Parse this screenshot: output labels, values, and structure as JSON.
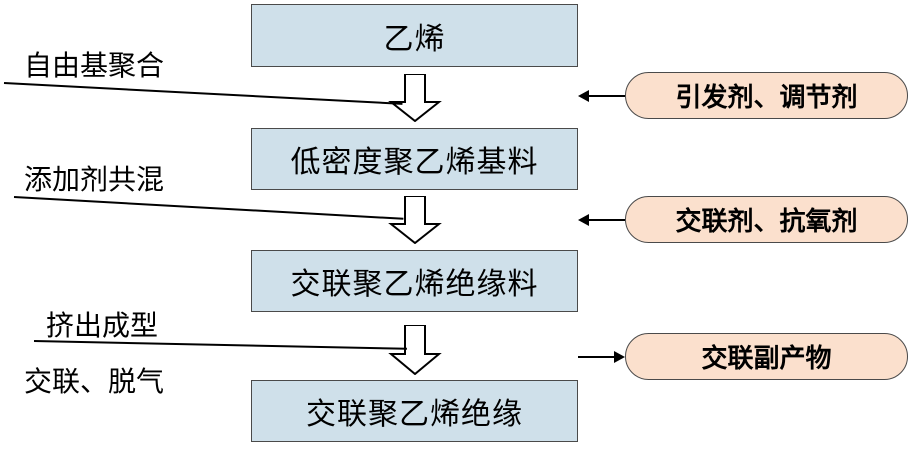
{
  "diagram": {
    "title": "XLPE insulation production flow",
    "colors": {
      "box_fill": "#cfe0ea",
      "pill_fill": "#fbe0cd",
      "stroke": "#4a4a4a",
      "line": "#000000"
    },
    "boxes": [
      {
        "id": "ethylene",
        "label": "乙烯"
      },
      {
        "id": "ldpe-base",
        "label": "低密度聚乙烯基料"
      },
      {
        "id": "xlpe-insulation-compound",
        "label": "交联聚乙烯绝缘料"
      },
      {
        "id": "xlpe-insulation",
        "label": "交联聚乙烯绝缘"
      }
    ],
    "stage_labels": [
      {
        "id": "free-radical-polymerization",
        "label": "自由基聚合"
      },
      {
        "id": "additive-blending",
        "label": "添加剂共混"
      },
      {
        "id": "extrusion-molding",
        "label": "挤出成型"
      },
      {
        "id": "crosslink-degas",
        "label": "交联、脱气"
      }
    ],
    "side_items": [
      {
        "id": "initiator-regulator",
        "label": "引发剂、调节剂",
        "direction": "in"
      },
      {
        "id": "crosslinker-antioxidant",
        "label": "交联剂、抗氧剂",
        "direction": "in"
      },
      {
        "id": "crosslink-byproducts",
        "label": "交联副产物",
        "direction": "out"
      }
    ]
  }
}
